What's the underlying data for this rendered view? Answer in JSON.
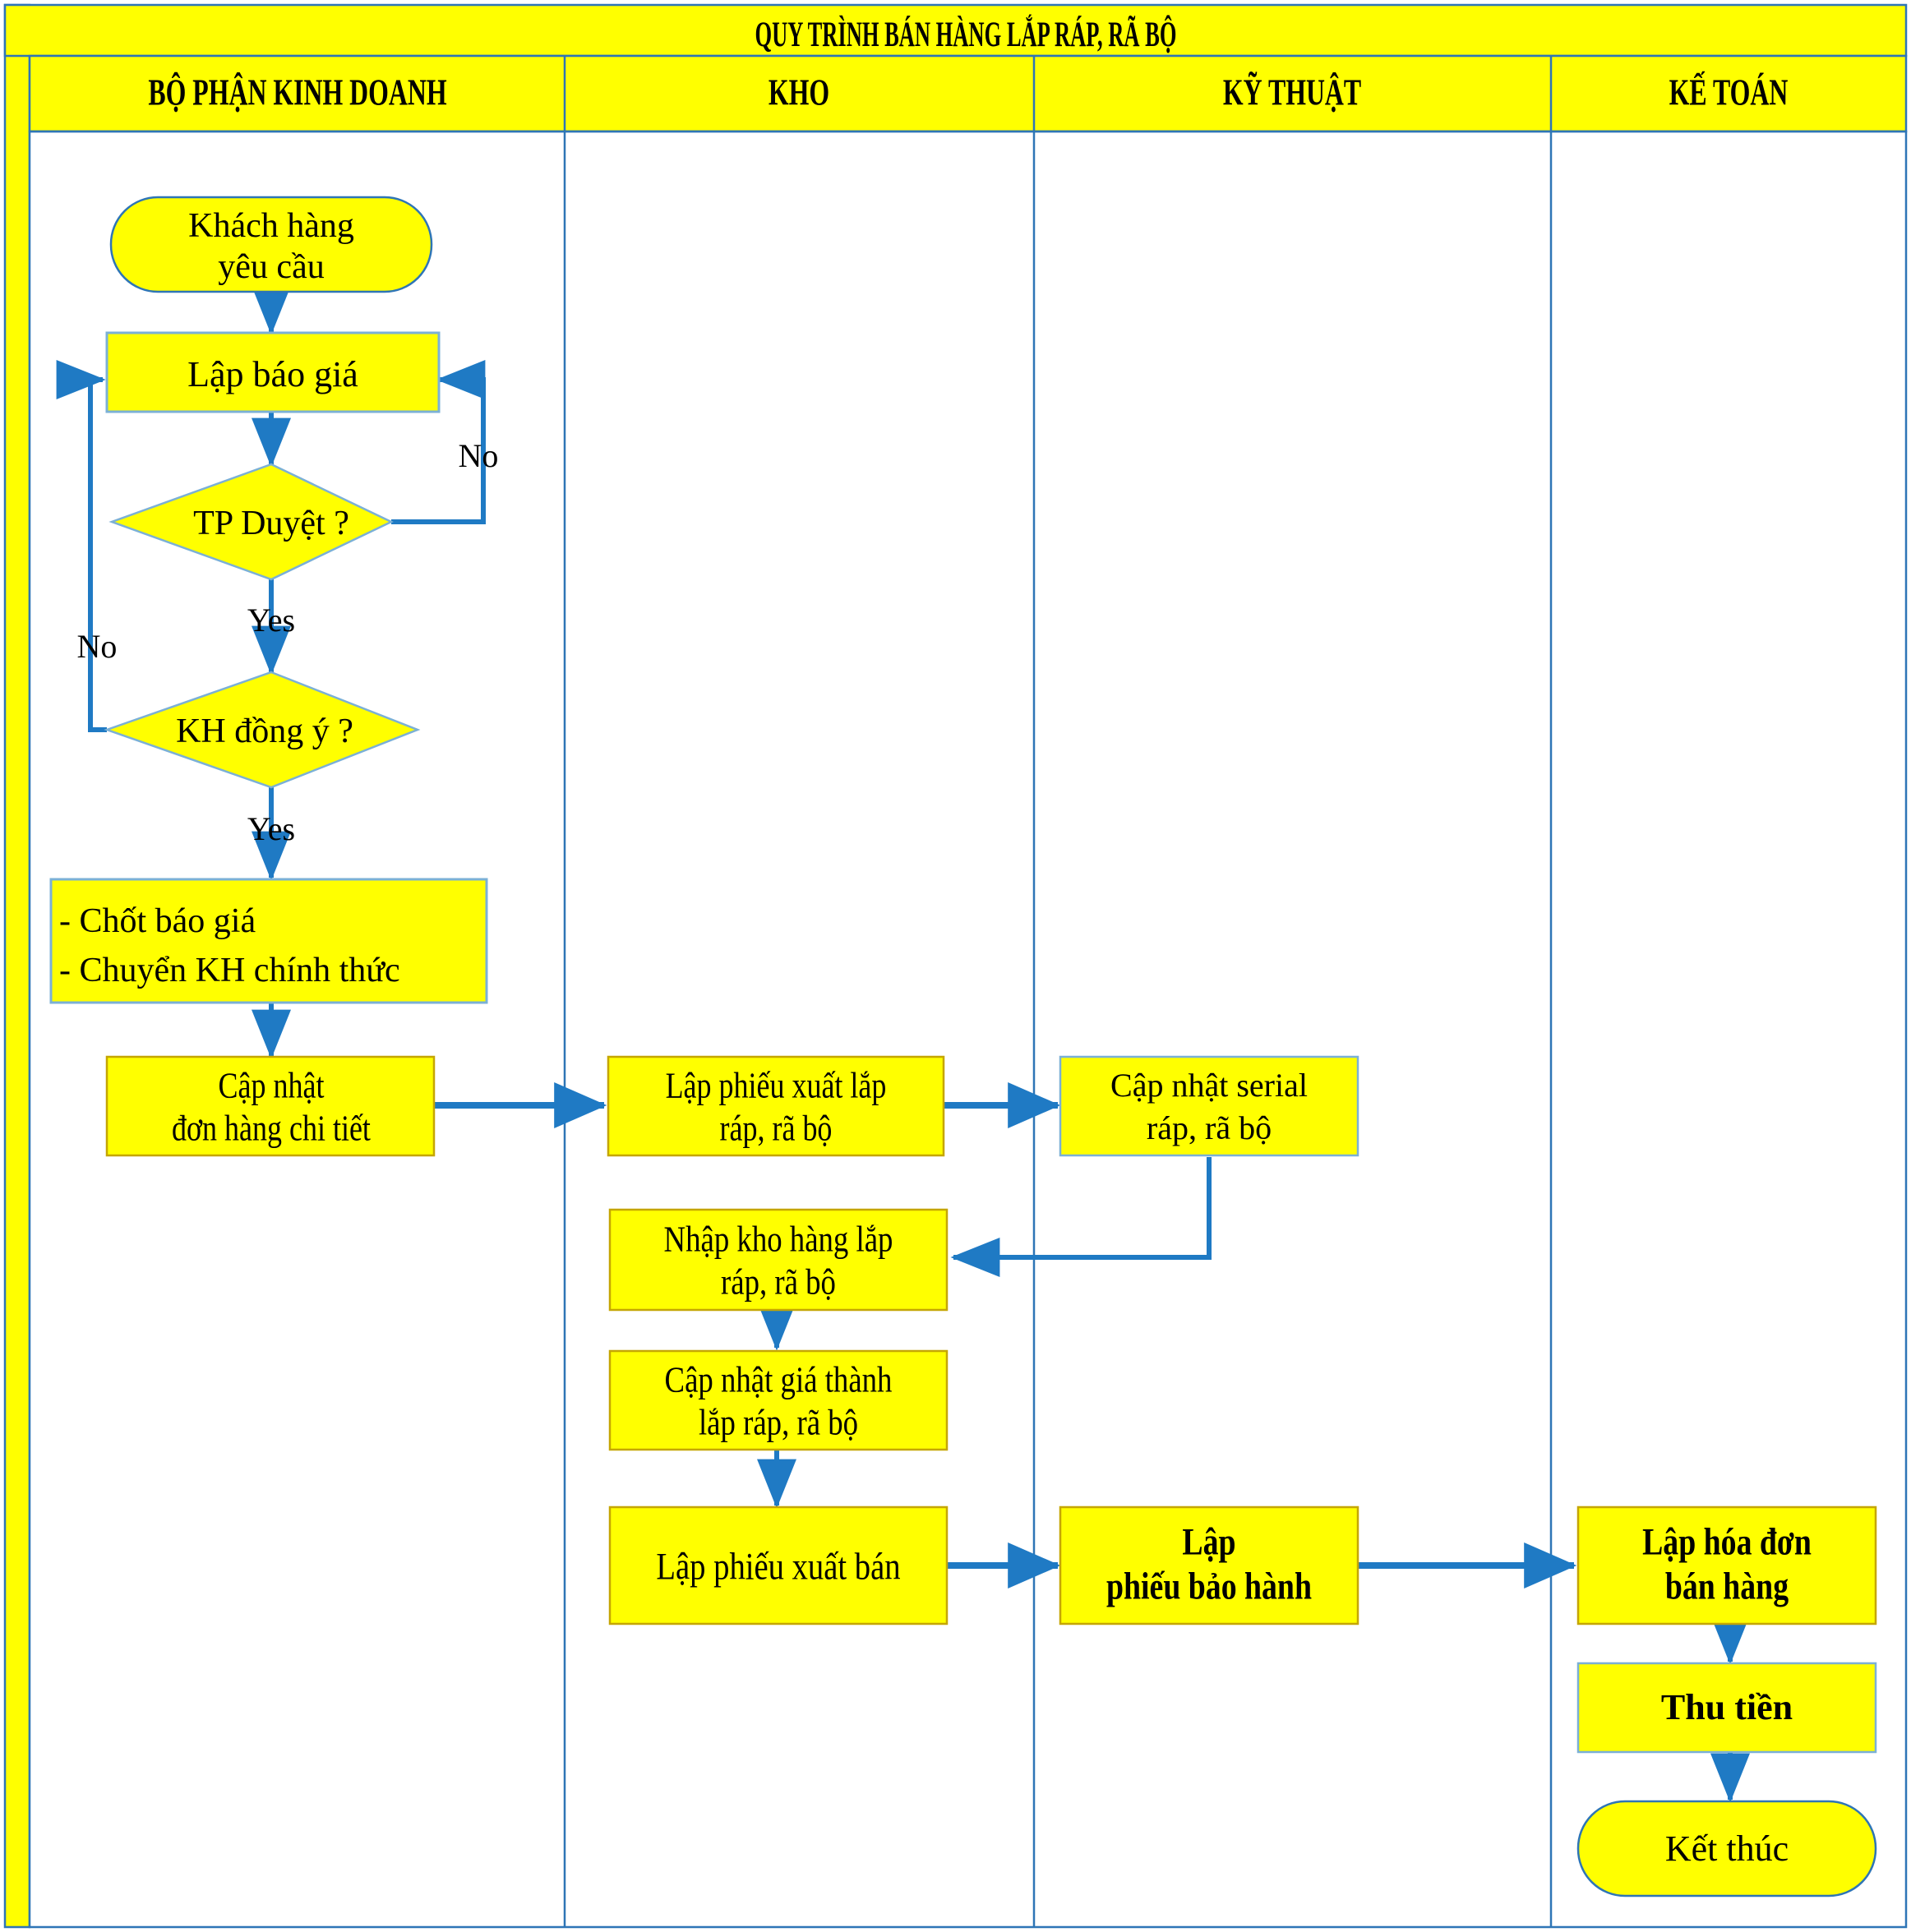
{
  "diagram": {
    "title": "QUY TRÌNH BÁN HÀNG LẮP RÁP, RÃ BỘ",
    "colors": {
      "node_fill": "#FFFF00",
      "node_stroke": "#70AD47",
      "terminal_stroke": "#2E75B6",
      "connector": "#1F7AC4",
      "frame": "#2E75B6",
      "header_fill": "#FFFF00",
      "text": "#000000",
      "canvas": "#FFFFFF"
    },
    "lanes": [
      {
        "id": "lane-kinh-doanh",
        "label": "BỘ PHẬN KINH DOANH"
      },
      {
        "id": "lane-kho",
        "label": "KHO"
      },
      {
        "id": "lane-ky-thuat",
        "label": "KỸ THUẬT"
      },
      {
        "id": "lane-ke-toan",
        "label": "KẾ TOÁN"
      }
    ],
    "nodes": [
      {
        "id": "n-khach-hang-yeu-cau",
        "lane": "lane-kinh-doanh",
        "shape": "terminal",
        "lines": [
          "Khách hàng",
          "yêu cầu"
        ]
      },
      {
        "id": "n-lap-bao-gia",
        "lane": "lane-kinh-doanh",
        "shape": "process",
        "lines": [
          "Lập báo giá"
        ]
      },
      {
        "id": "n-tp-duyet",
        "lane": "lane-kinh-doanh",
        "shape": "decision",
        "lines": [
          "TP Duyệt ?"
        ]
      },
      {
        "id": "n-kh-dong-y",
        "lane": "lane-kinh-doanh",
        "shape": "decision",
        "lines": [
          "KH đồng ý ?"
        ]
      },
      {
        "id": "n-chot-bao-gia",
        "lane": "lane-kinh-doanh",
        "shape": "process",
        "align": "left",
        "lines": [
          "- Chốt báo giá",
          "- Chuyển KH chính thức"
        ]
      },
      {
        "id": "n-cap-nhat-don-hang",
        "lane": "lane-kinh-doanh",
        "shape": "process",
        "lines": [
          "Cập nhật",
          "đơn hàng chi tiết"
        ]
      },
      {
        "id": "n-lap-phieu-xuat-lap-rap",
        "lane": "lane-kho",
        "shape": "process",
        "lines": [
          "Lập phiếu xuất lắp",
          "ráp, rã bộ"
        ]
      },
      {
        "id": "n-cap-nhat-serial",
        "lane": "lane-ky-thuat",
        "shape": "process",
        "lines": [
          "Cập nhật serial",
          "ráp, rã bộ"
        ]
      },
      {
        "id": "n-nhap-kho-hang",
        "lane": "lane-kho",
        "shape": "process",
        "lines": [
          "Nhập kho hàng lắp",
          "ráp, rã bộ"
        ]
      },
      {
        "id": "n-cap-nhat-gia-thanh",
        "lane": "lane-kho",
        "shape": "process",
        "lines": [
          "Cập nhật giá thành",
          "lắp ráp, rã bộ"
        ]
      },
      {
        "id": "n-lap-phieu-xuat-ban",
        "lane": "lane-kho",
        "shape": "process",
        "lines": [
          "Lập phiếu xuất bán"
        ]
      },
      {
        "id": "n-lap-phieu-bao-hanh",
        "lane": "lane-ky-thuat",
        "shape": "process",
        "bold": true,
        "lines": [
          "Lập",
          "phiếu bảo hành"
        ]
      },
      {
        "id": "n-lap-hoa-don-ban-hang",
        "lane": "lane-ke-toan",
        "shape": "process",
        "bold": true,
        "lines": [
          "Lập hóa đơn",
          "bán hàng"
        ]
      },
      {
        "id": "n-thu-tien",
        "lane": "lane-ke-toan",
        "shape": "process",
        "bold": true,
        "lines": [
          "Thu tiền"
        ]
      },
      {
        "id": "n-ket-thuc",
        "lane": "lane-ke-toan",
        "shape": "terminal",
        "lines": [
          "Kết thúc"
        ]
      }
    ],
    "edge_labels": {
      "tp_duyet_no": "No",
      "tp_duyet_yes": "Yes",
      "kh_dong_y_no": "No",
      "kh_dong_y_yes": "Yes"
    },
    "edges": [
      {
        "id": "e-yeucau-baogia",
        "from": "n-khach-hang-yeu-cau",
        "to": "n-lap-bao-gia",
        "label": ""
      },
      {
        "id": "e-baogia-tpduyet",
        "from": "n-lap-bao-gia",
        "to": "n-tp-duyet",
        "label": ""
      },
      {
        "id": "e-tpduyet-no-baogia",
        "from": "n-tp-duyet",
        "to": "n-lap-bao-gia",
        "label": "No"
      },
      {
        "id": "e-tpduyet-yes-khdongy",
        "from": "n-tp-duyet",
        "to": "n-kh-dong-y",
        "label": "Yes"
      },
      {
        "id": "e-khdongy-no-baogia",
        "from": "n-kh-dong-y",
        "to": "n-lap-bao-gia",
        "label": "No"
      },
      {
        "id": "e-khdongy-yes-chot",
        "from": "n-kh-dong-y",
        "to": "n-chot-bao-gia",
        "label": "Yes"
      },
      {
        "id": "e-chot-capnhat",
        "from": "n-chot-bao-gia",
        "to": "n-cap-nhat-don-hang",
        "label": ""
      },
      {
        "id": "e-capnhat-lapphieu",
        "from": "n-cap-nhat-don-hang",
        "to": "n-lap-phieu-xuat-lap-rap",
        "label": ""
      },
      {
        "id": "e-lapphieu-serial",
        "from": "n-lap-phieu-xuat-lap-rap",
        "to": "n-cap-nhat-serial",
        "label": ""
      },
      {
        "id": "e-serial-nhapkho",
        "from": "n-cap-nhat-serial",
        "to": "n-nhap-kho-hang",
        "label": ""
      },
      {
        "id": "e-nhapkho-giathanh",
        "from": "n-nhap-kho-hang",
        "to": "n-cap-nhat-gia-thanh",
        "label": ""
      },
      {
        "id": "e-giathanh-xuatban",
        "from": "n-cap-nhat-gia-thanh",
        "to": "n-lap-phieu-xuat-ban",
        "label": ""
      },
      {
        "id": "e-xuatban-baohanh",
        "from": "n-lap-phieu-xuat-ban",
        "to": "n-lap-phieu-bao-hanh",
        "label": ""
      },
      {
        "id": "e-baohanh-hoadon",
        "from": "n-lap-phieu-bao-hanh",
        "to": "n-lap-hoa-don-ban-hang",
        "label": ""
      },
      {
        "id": "e-hoadon-thutien",
        "from": "n-lap-hoa-don-ban-hang",
        "to": "n-thu-tien",
        "label": ""
      },
      {
        "id": "e-thutien-ketthuc",
        "from": "n-thu-tien",
        "to": "n-ket-thuc",
        "label": ""
      }
    ]
  }
}
